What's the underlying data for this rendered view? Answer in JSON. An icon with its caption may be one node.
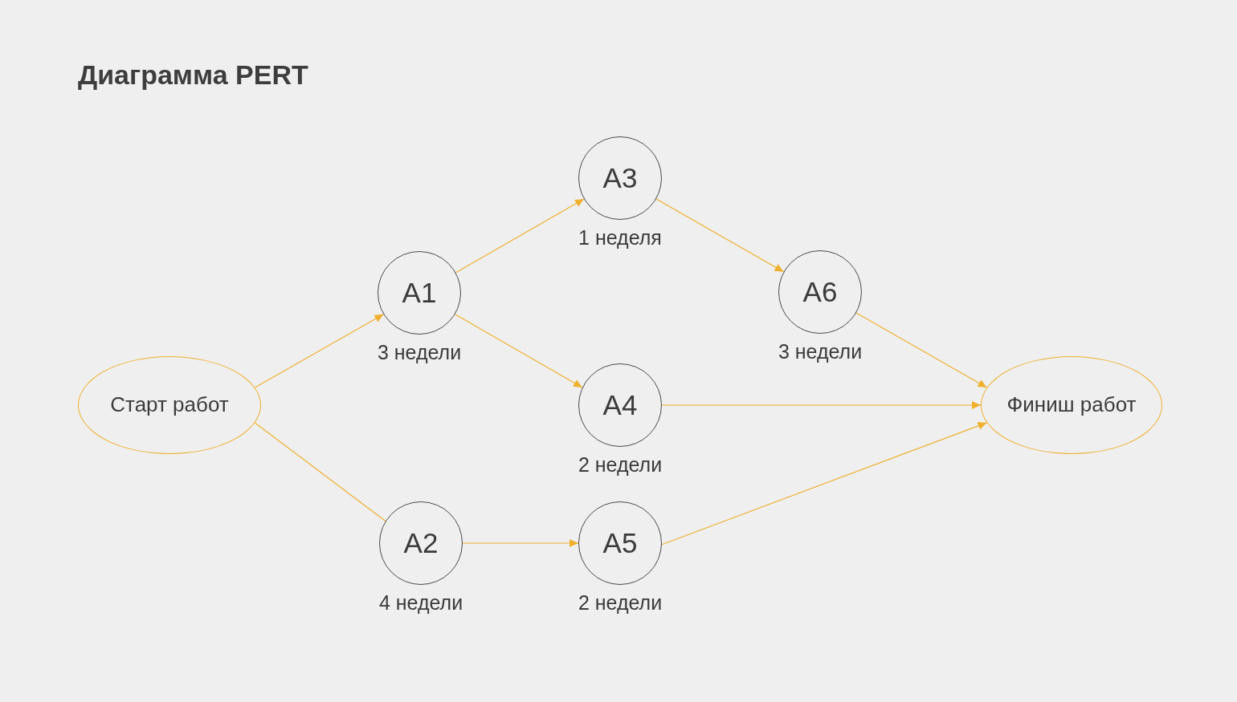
{
  "diagram": {
    "title": "Диаграмма PERT",
    "nodes": [
      {
        "text": [
          "Старт работ"
        ]
      },
      {
        "text": [
          "A1"
        ],
        "beside": [
          "3 недели"
        ]
      },
      {
        "text": [
          "A2"
        ],
        "beside": [
          "4 недели"
        ]
      },
      {
        "text": [
          "A3"
        ],
        "beside": [
          "1 неделя"
        ]
      },
      {
        "text": [
          "A4"
        ],
        "beside": [
          "2 недели"
        ]
      },
      {
        "text": [
          "A5"
        ],
        "beside": [
          "2 недели"
        ]
      },
      {
        "text": [
          "A6"
        ],
        "beside": [
          "3 недели"
        ]
      },
      {
        "text": [
          "Финиш работ"
        ]
      }
    ],
    "edges": [
      {
        "from": 0,
        "to": 1,
        "arrow": "to"
      },
      {
        "from": 0,
        "to": 2,
        "arrow": "none"
      },
      {
        "from": 1,
        "to": 3,
        "arrow": "to"
      },
      {
        "from": 1,
        "to": 4,
        "arrow": "to"
      },
      {
        "from": 2,
        "to": 5,
        "arrow": "to"
      },
      {
        "from": 3,
        "to": 6,
        "arrow": "to"
      },
      {
        "from": 6,
        "to": 7,
        "arrow": "to"
      },
      {
        "from": 4,
        "to": 7,
        "arrow": "to"
      },
      {
        "from": 5,
        "to": 7,
        "arrow": "to"
      }
    ]
  }
}
